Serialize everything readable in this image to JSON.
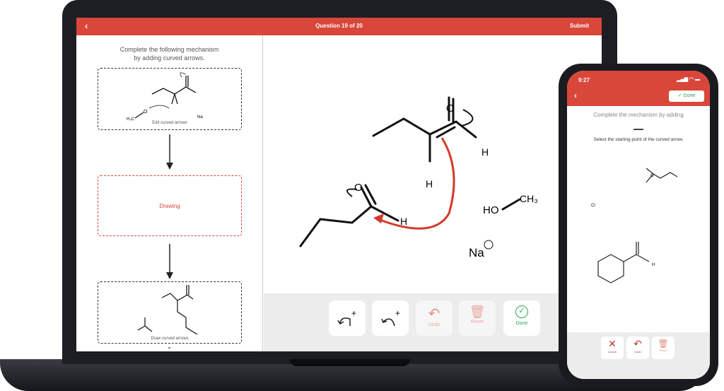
{
  "laptop": {
    "header": {
      "back": "‹",
      "title": "Question 19 of 20",
      "submit": "Submit"
    },
    "left_panel": {
      "prompt_line1": "Complete the following mechanism",
      "prompt_line2": "by adding curved arrows.",
      "step1_caption": "Edit curved arrows",
      "step2_label": "Drawing",
      "step3_caption": "Draw curved arrows",
      "step1_labels": {
        "methyl": "H₃C",
        "oxygen": "O",
        "sodium": "Na"
      },
      "expand": "⌄"
    },
    "canvas": {
      "labels": {
        "h1": "H",
        "h2": "H",
        "h3": "H",
        "o1": "O",
        "o2": "O",
        "hydroxyl": "HO",
        "methyl": "CH₃",
        "sodium": "Na"
      }
    },
    "toolbar": [
      {
        "icon": "arrow-add-left-icon",
        "label": ""
      },
      {
        "icon": "arrow-add-right-icon",
        "label": ""
      },
      {
        "icon": "undo-icon",
        "label": "Undo"
      },
      {
        "icon": "trash-icon",
        "label": "Reset"
      },
      {
        "icon": "check-circle-icon",
        "label": "Done"
      }
    ]
  },
  "phone": {
    "time": "9:27",
    "back": "‹",
    "done": "Done",
    "prompt": "Complete the mechanism by adding",
    "instruction": "Select the starting point of the curved arrow.",
    "labels": {
      "cl": "Cl",
      "h": "H",
      "o": "O"
    },
    "toolbar": [
      {
        "icon": "close-icon",
        "label": "Cancel"
      },
      {
        "icon": "undo-icon",
        "label": "Undo"
      },
      {
        "icon": "trash-icon",
        "label": "Reset"
      }
    ]
  },
  "colors": {
    "accent": "#d9463a",
    "done": "#2ea44f",
    "arrow": "#d33a2c"
  }
}
